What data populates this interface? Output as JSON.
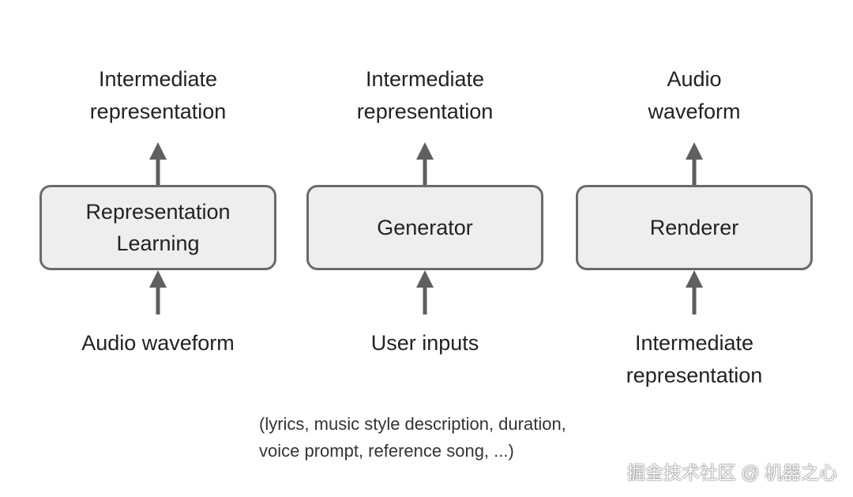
{
  "stages": [
    {
      "output": [
        "Intermediate",
        "representation"
      ],
      "module": [
        "Representation",
        "Learning"
      ],
      "input": [
        "Audio waveform"
      ]
    },
    {
      "output": [
        "Intermediate",
        "representation"
      ],
      "module": [
        "Generator"
      ],
      "input": [
        "User inputs"
      ]
    },
    {
      "output": [
        "Audio",
        "waveform"
      ],
      "module": [
        "Renderer"
      ],
      "input": [
        "Intermediate",
        "representation"
      ]
    }
  ],
  "note": [
    "(lyrics, music style description, duration,",
    "voice prompt, reference song, ...)"
  ],
  "watermark": "掘金技术社区 @ 机器之心",
  "colors": {
    "box_fill": "#eeeeee",
    "box_border": "#6a6a6a",
    "arrow": "#5f5f5f",
    "text": "#222222"
  }
}
